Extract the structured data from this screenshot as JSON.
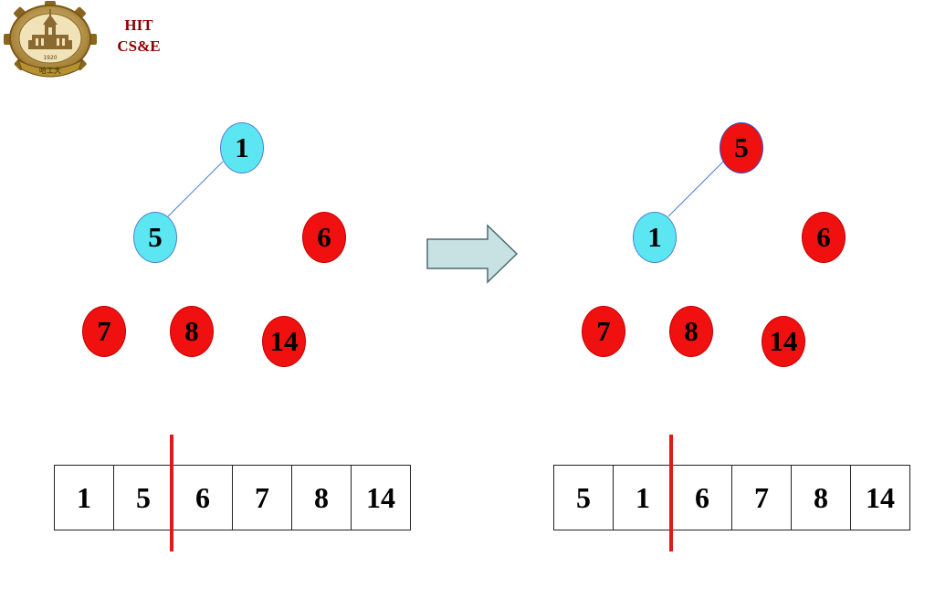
{
  "brand": {
    "line1": "HIT",
    "line2": "CS&E",
    "seal_text": "1920",
    "seal_banner": "哈工大"
  },
  "colors": {
    "unsorted_node": "#5ce6f2",
    "sorted_node": "#f01010",
    "divider": "#e0191b",
    "arrow_fill": "#c8e2e4",
    "brand": "#8b0000"
  },
  "before": {
    "nodes": {
      "root": "1",
      "left": "5",
      "right": "6",
      "ll": "7",
      "lr": "8",
      "rl": "14"
    },
    "array": [
      "1",
      "5",
      "6",
      "7",
      "8",
      "14"
    ]
  },
  "after": {
    "nodes": {
      "root": "5",
      "left": "1",
      "right": "6",
      "ll": "7",
      "lr": "8",
      "rl": "14"
    },
    "array": [
      "5",
      "1",
      "6",
      "7",
      "8",
      "14"
    ]
  },
  "transition_icon": "right-arrow-icon",
  "logo_icon": "university-seal-icon"
}
